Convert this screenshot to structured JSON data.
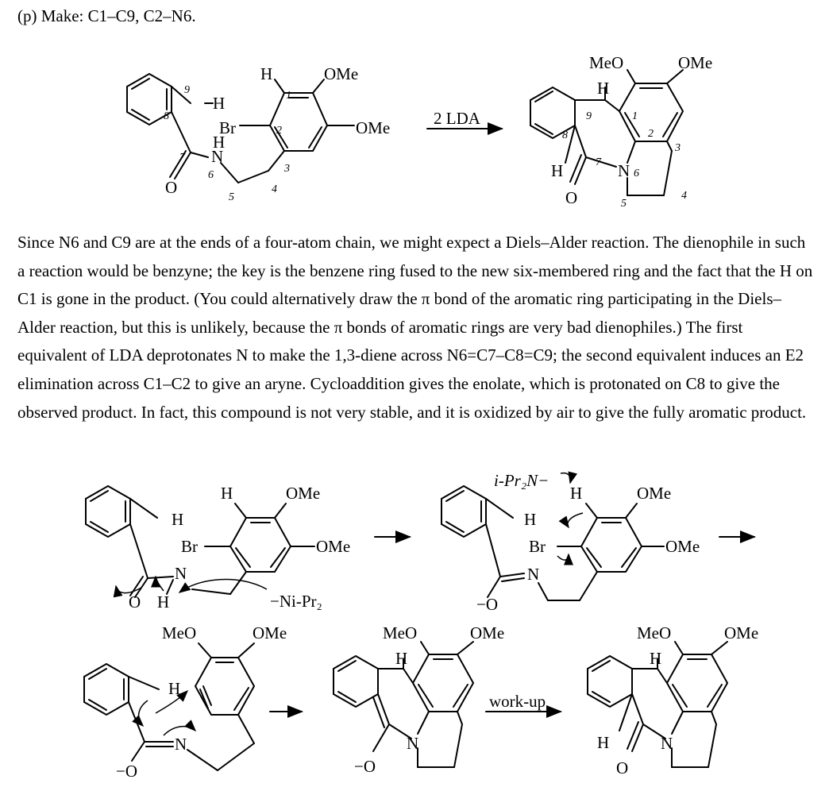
{
  "header": "(p) Make: C1–C9, C2–N6.",
  "paragraph": "Since N6 and C9 are at the ends of a four-atom chain, we might expect a Diels–Alder reaction.  The dienophile in such a reaction would be benzyne; the key is the benzene ring fused to the new six-membered ring and the fact that the H on C1 is gone in the product.  (You could alternatively draw the π bond of the aromatic ring participating in the Diels–Alder reaction, but this is unlikely, because the π bonds of aromatic rings are very bad dienophiles.)  The first equivalent of LDA deprotonates N to make the 1,3-diene across N6=C7–C8=C9; the second equivalent induces an E2 elimination across C1–C2 to give an aryne.  Cycloaddition gives the enolate, which is protonated on C8 to give the observed product.  In fact, this compound is not very stable, and it is oxidized by air to give the fully aromatic product.",
  "labels": {
    "H": "H",
    "N": "N",
    "O": "O",
    "Br": "Br",
    "OMe": "OMe",
    "MeO": "MeO",
    "negO": "−O",
    "nipr2_top": "i-Pr₂N−",
    "nipr2_bottom": "−Ni-Pr₂",
    "lda": "2 LDA",
    "workup": "work-up"
  },
  "numbers": {
    "n1": "1",
    "n2": "2",
    "n3": "3",
    "n4": "4",
    "n5": "5",
    "n6": "6",
    "n7": "7",
    "n8": "8",
    "n9": "9"
  }
}
